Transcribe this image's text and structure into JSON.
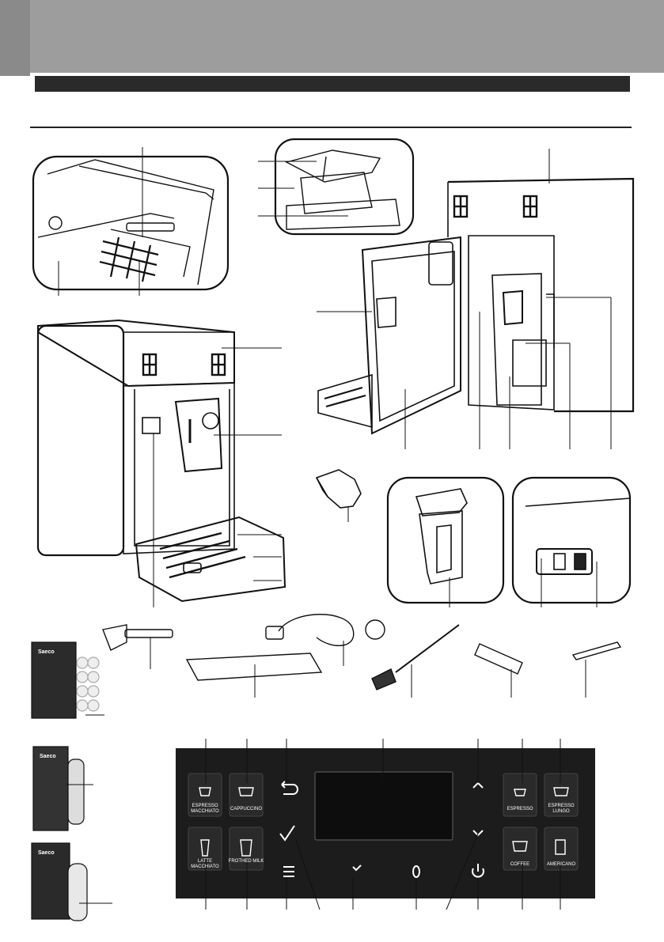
{
  "control_panel": {
    "buttons": [
      {
        "label": "ESPRESSO MACCHIATO",
        "icon": "espresso-macchiato-icon"
      },
      {
        "label": "CAPPUCCINO",
        "icon": "cappuccino-icon"
      },
      {
        "label": "LATTE MACCHIATO",
        "icon": "latte-macchiato-icon"
      },
      {
        "label": "FROTHED MILK",
        "icon": "frothed-milk-icon"
      },
      {
        "label": "ESPRESSO",
        "icon": "espresso-icon"
      },
      {
        "label": "ESPRESSO LUNGO",
        "icon": "espresso-lungo-icon"
      },
      {
        "label": "COFFEE",
        "icon": "coffee-icon"
      },
      {
        "label": "AMERICANO",
        "icon": "americano-icon"
      }
    ],
    "nav_icons": [
      "back-icon",
      "ok-check-icon",
      "menu-list-icon",
      "favorite-star-icon",
      "coffee-bean-icon",
      "up-arrow-icon",
      "down-arrow-icon",
      "power-icon"
    ]
  },
  "logos": [
    "Saeco",
    "Saeco",
    "Saeco"
  ],
  "colors": {
    "header": "#9d9d9d",
    "title_bar": "#2a2a2a",
    "panel": "#1c1c1c",
    "line": "#111111"
  }
}
